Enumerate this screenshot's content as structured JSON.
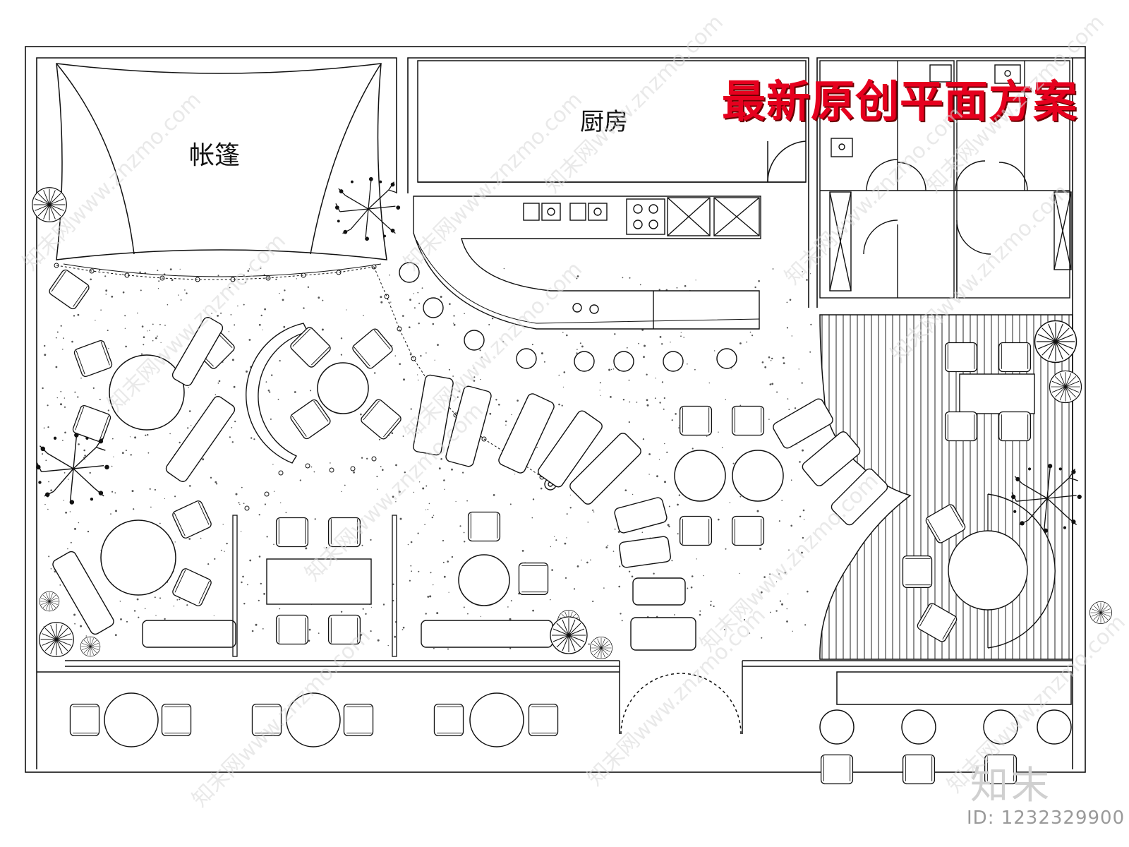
{
  "labels": {
    "tent": "帐篷",
    "kitchen": "厨房"
  },
  "banner": {
    "text": "最新原创平面方案",
    "color": "#e6001e"
  },
  "branding": {
    "logo_text": "知末",
    "id_text": "ID: 1232329900",
    "watermark_text": "知末网www.znzmo.com"
  },
  "colors": {
    "line": "#111111",
    "banner_red": "#e6001e",
    "watermark_gray": "#d0d0d0"
  },
  "icons": [
    "tree-icon",
    "shrub-icon",
    "chair-icon",
    "round-table-icon",
    "sink-icon",
    "stove-icon",
    "door-swing-icon",
    "toilet-icon"
  ]
}
